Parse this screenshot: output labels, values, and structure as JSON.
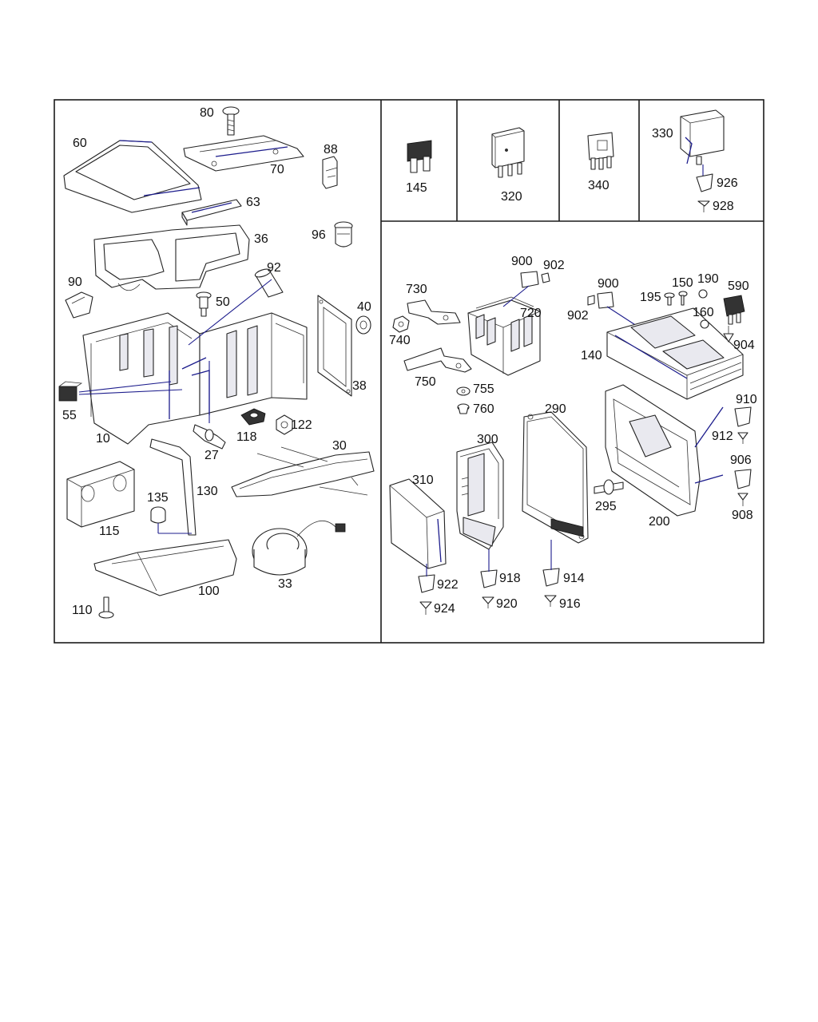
{
  "callouts": {
    "c80": "80",
    "c60": "60",
    "c70": "70",
    "c88": "88",
    "c63": "63",
    "c36": "36",
    "c96": "96",
    "c92": "92",
    "c90": "90",
    "c50": "50",
    "c40": "40",
    "c38": "38",
    "c55": "55",
    "c10": "10",
    "c27": "27",
    "c118": "118",
    "c122": "122",
    "c30": "30",
    "c135": "135",
    "c130": "130",
    "c115": "115",
    "c33": "33",
    "c100": "100",
    "c110": "110",
    "c145": "145",
    "c320": "320",
    "c340": "340",
    "c330": "330",
    "c926": "926",
    "c928": "928",
    "c730": "730",
    "c740": "740",
    "c750": "750",
    "c900a": "900",
    "c902a": "902",
    "c720": "720",
    "c755": "755",
    "c760": "760",
    "c900b": "900",
    "c902b": "902",
    "c195": "195",
    "c150": "150",
    "c190": "190",
    "c590": "590",
    "c160": "160",
    "c140": "140",
    "c904": "904",
    "c910": "910",
    "c912": "912",
    "c906": "906",
    "c908": "908",
    "c200": "200",
    "c290": "290",
    "c300": "300",
    "c310": "310",
    "c295": "295",
    "c922": "922",
    "c924": "924",
    "c918": "918",
    "c920": "920",
    "c914": "914",
    "c916": "916"
  }
}
